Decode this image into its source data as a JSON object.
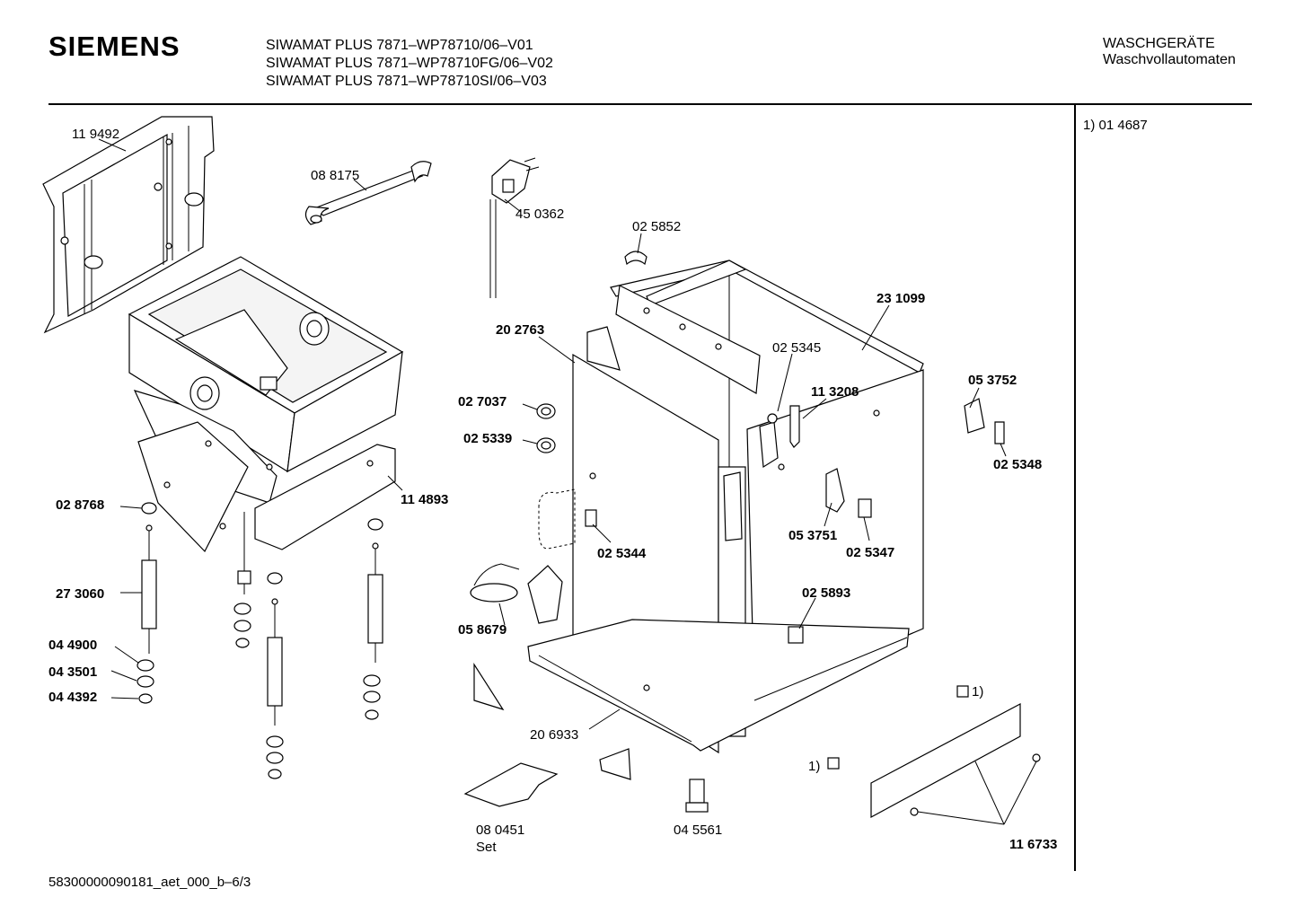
{
  "header": {
    "brand": "SIEMENS",
    "models": [
      "SIWAMAT PLUS 7871–WP78710/06–V01",
      "SIWAMAT PLUS 7871–WP78710FG/06–V02",
      "SIWAMAT PLUS 7871–WP78710SI/06–V03"
    ],
    "category": "WASCHGERÄTE",
    "subcategory": "Waschvollautomaten"
  },
  "footnote": "1)  01 4687",
  "footer_code": "58300000090181_aet_000_b–6/3",
  "parts": {
    "p119492": "11 9492",
    "p088175": "08 8175",
    "p450362": "45 0362",
    "p025852": "02 5852",
    "p231099": "23 1099",
    "p202763": "20 2763",
    "p025345": "02 5345",
    "p113208": "11 3208",
    "p053752": "05 3752",
    "p027037": "02 7037",
    "p025339": "02 5339",
    "p025348": "02 5348",
    "p028768": "02 8768",
    "p114893": "11 4893",
    "p025344": "02 5344",
    "p053751": "05 3751",
    "p025347": "02 5347",
    "p273060": "27 3060",
    "p025893": "02 5893",
    "p058679": "05 8679",
    "p044900": "04 4900",
    "p043501": "04 3501",
    "p044392": "04 4392",
    "p206933": "20 6933",
    "p080451": "08 0451",
    "p080451_set": "Set",
    "p045561": "04 5561",
    "p116733": "11 6733",
    "note_a": "1)",
    "note_b": "1)"
  }
}
